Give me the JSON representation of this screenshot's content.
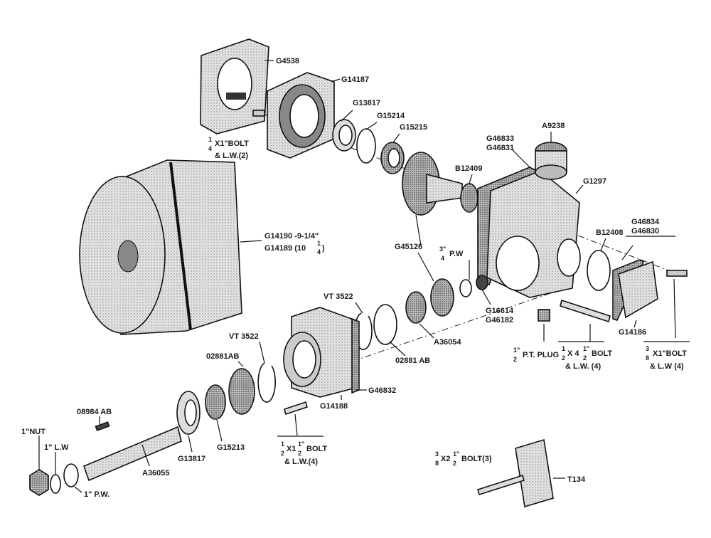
{
  "labels": {
    "g4538": "G4538",
    "g14187": "G14187",
    "g13817_top": "G13817",
    "g15214": "G15214",
    "g15215": "G15215",
    "a9238": "A9238",
    "g46833": "G46833",
    "g46831": "G46831",
    "b12409": "B12409",
    "g1297": "G1297",
    "bolt_quarter_a": "1",
    "bolt_quarter_b": "4",
    "bolt_quarter_c": "X1\"BOLT",
    "bolt_quarter_d": "& L.W.(2)",
    "g14190": "G14190 -9-1/4\"",
    "g14189_a": "G14189 (10",
    "g14189_b": "1",
    "g14189_c": "4",
    "g14189_d": ")",
    "b12408": "B12408",
    "g46834": "G46834",
    "g46830": "G46830",
    "g45126": "G45126",
    "pw34_a": "3\"",
    "pw34_b": "4",
    "pw34_c": "P.W",
    "vt3522_a": "VT 3522",
    "vt3522_b": "VT 3522",
    "g16614": "G16614",
    "g46182": "G46182",
    "a36054": "A36054",
    "o2881ab_a": "02881 AB",
    "o2881ab_b": "02881AB",
    "g14186": "G14186",
    "ptplug_a": "1\"",
    "ptplug_b": "2",
    "ptplug_c": "P.T. PLUG",
    "bolt_half4_a": "1",
    "bolt_half4_b": "2",
    "bolt_half4_c": "X 4",
    "bolt_half4_d": "1\"",
    "bolt_half4_e": "2",
    "bolt_half4_f": "BOLT",
    "bolt_half4_g": "& L.W. (4)",
    "bolt_38_a": "3",
    "bolt_38_b": "8",
    "bolt_38_c": "X1\"BOLT",
    "bolt_38_d": "& L.W (4)",
    "g46832": "G46832",
    "g14188": "G14188",
    "o8984ab": "08984 AB",
    "nut1": "1\"NUT",
    "lw1": "1\" L.W",
    "pw1": "1\" P.W.",
    "a36055": "A36055",
    "g13817_bot": "G13817",
    "g15213": "G15213",
    "bolt_half112_a": "1",
    "bolt_half112_b": "2",
    "bolt_half112_c": "X1",
    "bolt_half112_d": "1\"",
    "bolt_half112_e": "2",
    "bolt_half112_f": "BOLT",
    "bolt_half112_g": "& L.W.(4)",
    "bolt_382_a": "3",
    "bolt_382_b": "8",
    "bolt_382_c": "X2",
    "bolt_382_d": "1\"",
    "bolt_382_e": "2",
    "bolt_382_f": "BOLT(3)",
    "t134": "T134"
  }
}
